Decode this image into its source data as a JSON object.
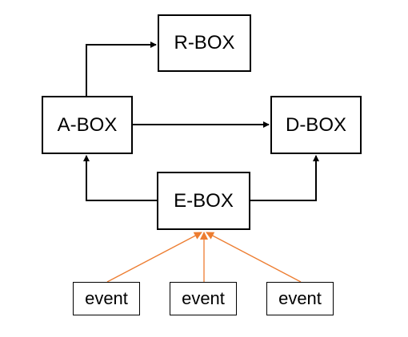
{
  "diagram": {
    "boxes": {
      "r_box": "R-BOX",
      "a_box": "A-BOX",
      "d_box": "D-BOX",
      "e_box": "E-BOX"
    },
    "events": [
      "event",
      "event",
      "event"
    ],
    "edges": [
      {
        "from": "A-BOX",
        "to": "R-BOX"
      },
      {
        "from": "A-BOX",
        "to": "D-BOX"
      },
      {
        "from": "E-BOX",
        "to": "A-BOX"
      },
      {
        "from": "E-BOX",
        "to": "D-BOX"
      },
      {
        "from": "event",
        "to": "E-BOX"
      },
      {
        "from": "event",
        "to": "E-BOX"
      },
      {
        "from": "event",
        "to": "E-BOX"
      }
    ],
    "colors": {
      "box_border": "#000000",
      "connector": "#000000",
      "event_connector": "#ED7D31",
      "background": "#FFFFFF"
    }
  }
}
